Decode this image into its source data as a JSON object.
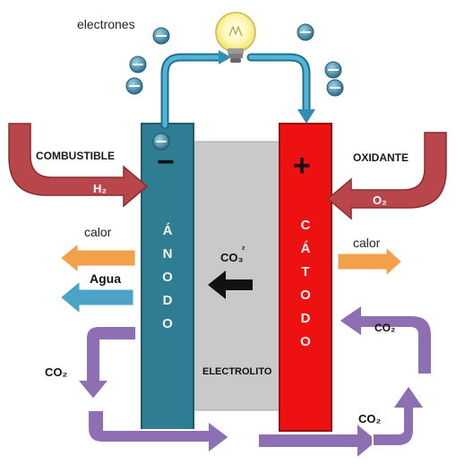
{
  "labels": {
    "electrons": "electrones",
    "fuel": "COMBUSTIBLE",
    "h2": "H₂",
    "oxidant": "OXIDANTE",
    "o2": "O₂",
    "heat_left": "calor",
    "heat_right": "calor",
    "water": "Agua",
    "co3": "CO₃",
    "co3_charge": "²",
    "co2_left": "CO₂",
    "co2_right_bottom": "CO₂",
    "co2_right_top": "CO₂",
    "electrolyte": "ELECTROLITO",
    "anode_sign": "−",
    "cathode_sign": "+",
    "anode_letters": [
      "Á",
      "N",
      "O",
      "D",
      "O"
    ],
    "cathode_letters": [
      "C",
      "Á",
      "T",
      "O",
      "D",
      "O"
    ]
  },
  "colors": {
    "anode": "#2f7d92",
    "cathode": "#ee1111",
    "electrolyte": "#c8c8c8",
    "fuel_arrow": "#b8464a",
    "heat_arrow": "#f2a14a",
    "water_arrow": "#4ba3c7",
    "co2_arrow": "#8d6fb3",
    "wire": "#46a8cc",
    "electron": "#3b7f9c",
    "bulb": "#fff7b0"
  }
}
